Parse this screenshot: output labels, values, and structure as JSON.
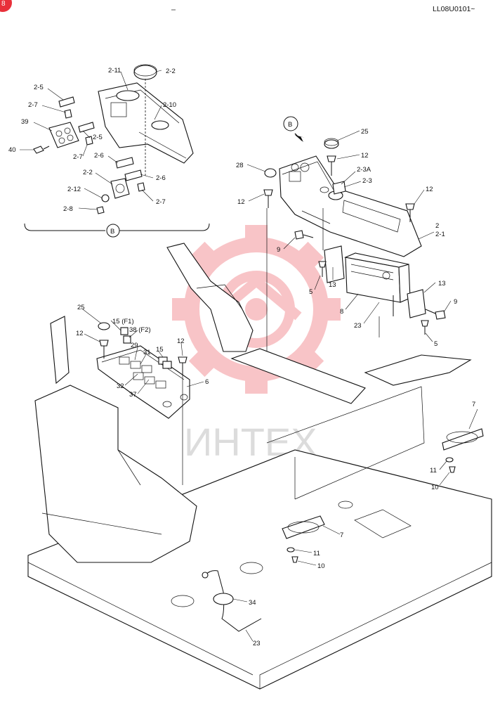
{
  "header": {
    "doc_code": "LL08U0101~",
    "corner_glyph": "8"
  },
  "watermark": {
    "text": "ИНТЕХ",
    "color": "#e8303a"
  },
  "detail_view": {
    "view_letter": "B"
  },
  "main_view": {
    "view_letter": "B"
  },
  "callouts": {
    "c2_11": "2-11",
    "c2_2a": "2-2",
    "c2_5a": "2-5",
    "c2_7a": "2-7",
    "c2_10": "2-10",
    "c39": "39",
    "c2_5b": "2-5",
    "c40": "40",
    "c2_7b": "2-7",
    "c2_6a": "2-6",
    "c2_2b": "2-2",
    "c2_6b": "2-6",
    "c2_12": "2-12",
    "c2_7c": "2-7",
    "c2_8": "2-8",
    "c25a": "25",
    "c12a": "12",
    "c28": "28",
    "c2_3a": "2-3A",
    "c2_3": "2-3",
    "c12b": "12",
    "c12c": "12",
    "c2": "2",
    "c2_1": "2-1",
    "c9a": "9",
    "c5a": "5",
    "c13a": "13",
    "c13b": "13",
    "c8": "8",
    "c9b": "9",
    "c23a": "23",
    "c5b": "5",
    "c25b": "25",
    "c15f1": "15 (F1)",
    "c38f2": "38 (F2)",
    "c12d": "12",
    "c29": "29",
    "c12e": "12",
    "c31": "31",
    "c15": "15",
    "c32": "32",
    "c37": "37",
    "c6": "6",
    "c7a": "7",
    "c11a": "11",
    "c10a": "10",
    "c7b": "7",
    "c11b": "11",
    "c10b": "10",
    "c34": "34",
    "c23b": "23"
  }
}
